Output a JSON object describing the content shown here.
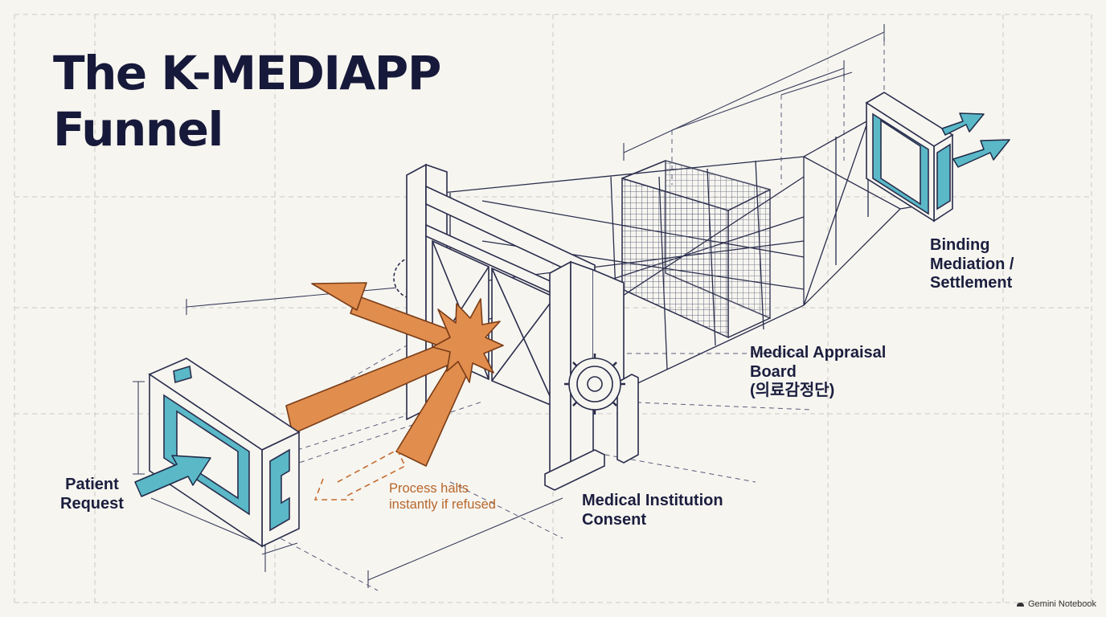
{
  "title": {
    "line1": "The K-MEDIAPP",
    "line2": "Funnel"
  },
  "labels": {
    "patient_request": {
      "line1": "Patient",
      "line2": "Request"
    },
    "refusal_note": {
      "line1": "Process halts",
      "line2": "instantly if refused"
    },
    "institution_consent": {
      "line1": "Medical Institution",
      "line2": "Consent"
    },
    "appraisal_board": {
      "line1": "Medical Appraisal",
      "line2": "Board",
      "line3": "(의료감정단)"
    },
    "binding_mediation": {
      "line1": "Binding",
      "line2": "Mediation /",
      "line3": "Settlement"
    }
  },
  "watermark": "Gemini Notebook",
  "colors": {
    "ink": "#1b1e3e",
    "teal": "#5ab8c7",
    "orange": "#e08d4e",
    "refusal_text": "#b8662a",
    "paper": "#f6f5f0"
  }
}
